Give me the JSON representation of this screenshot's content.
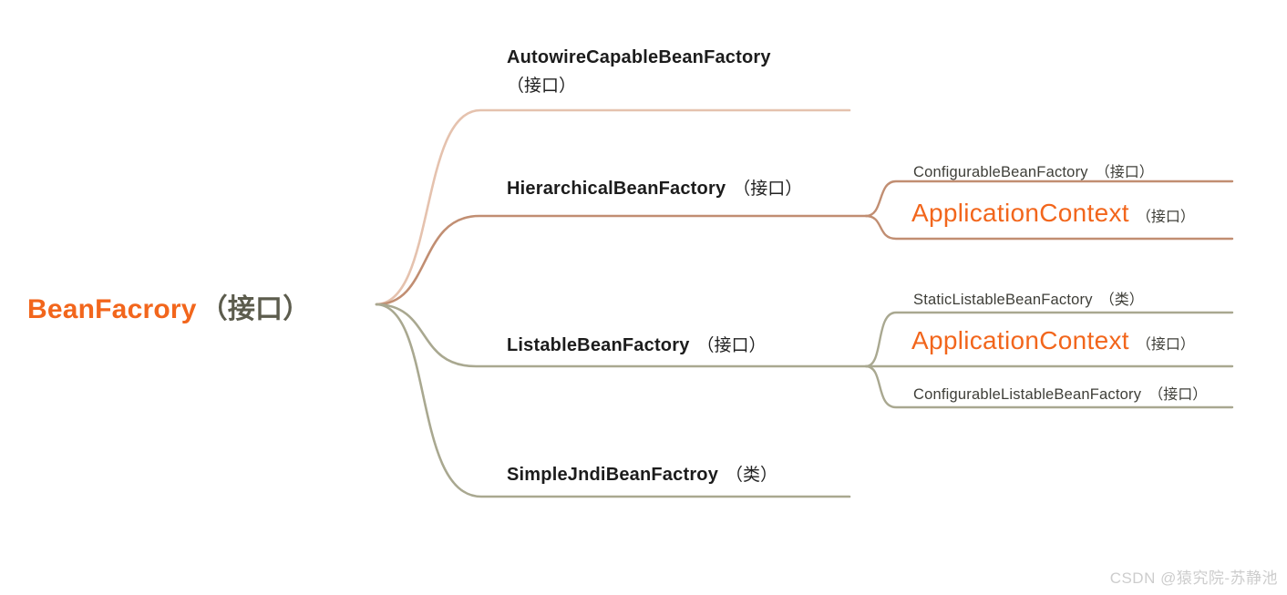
{
  "root": {
    "name": "BeanFacrory",
    "suffix": "（接口）"
  },
  "branches": [
    {
      "id": "autowire",
      "name": "AutowireCapableBeanFactory",
      "suffix": "（接口）"
    },
    {
      "id": "hierarchical",
      "name": "HierarchicalBeanFactory",
      "suffix": "（接口）",
      "children": [
        {
          "id": "configurable",
          "name": "ConfigurableBeanFactory",
          "suffix": "（接口）"
        },
        {
          "id": "appcontext1",
          "name": "ApplicationContext",
          "suffix": "（接口）",
          "highlight": true
        }
      ]
    },
    {
      "id": "listable",
      "name": "ListableBeanFactory",
      "suffix": "（接口）",
      "children": [
        {
          "id": "staticlistable",
          "name": "StaticListableBeanFactory",
          "suffix": "（类）"
        },
        {
          "id": "appcontext2",
          "name": "ApplicationContext",
          "suffix": "（接口）",
          "highlight": true
        },
        {
          "id": "configlistable",
          "name": "ConfigurableListableBeanFactory",
          "suffix": "（接口）"
        }
      ]
    },
    {
      "id": "simplejndi",
      "name": "SimpleJndiBeanFactroy",
      "suffix": "（类）"
    }
  ],
  "watermark": "CSDN @猿究院-苏静池",
  "colors": {
    "accent": "#F2661C",
    "salmon": "#E5C2AE",
    "tan": "#C18E72",
    "sage": "#A9A890",
    "dark": "#1C1C1C",
    "muted": "#3E3E38",
    "rootsuffix": "#5C5C4D",
    "wm": "#CDCDCD"
  }
}
